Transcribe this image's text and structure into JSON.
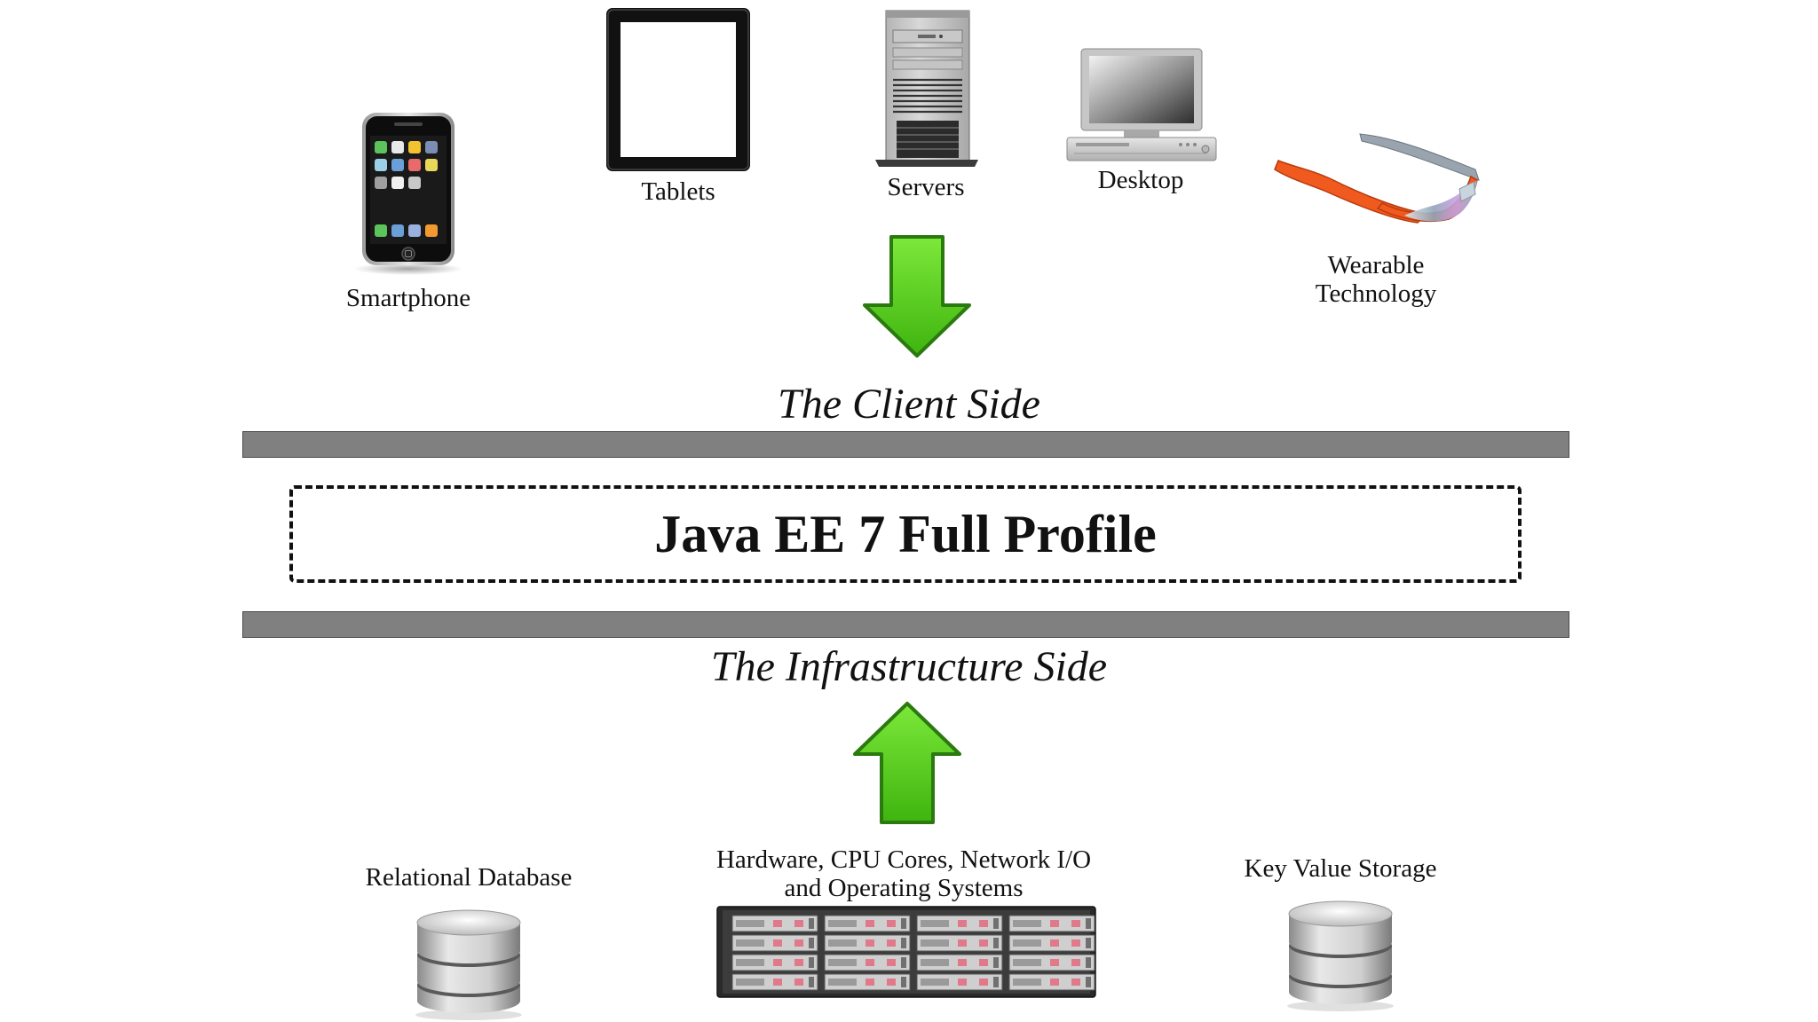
{
  "client_devices": {
    "smartphone": "Smartphone",
    "tablets": "Tablets",
    "servers": "Servers",
    "desktop": "Desktop",
    "wearable_line1": "Wearable",
    "wearable_line2": "Technology"
  },
  "client_side_title": "The Client Side",
  "profile_label": "Java EE 7 Full Profile",
  "infrastructure_side_title": "The Infrastructure Side",
  "infrastructure": {
    "relational_db": "Relational Database",
    "hardware_line1": "Hardware, CPU Cores, Network I/O",
    "hardware_line2": "and Operating Systems",
    "key_value": "Key Value Storage"
  },
  "colors": {
    "arrow_green": "#5ed41c",
    "arrow_outline": "#2a7a10",
    "bar_gray": "#808080",
    "glasses_orange": "#f05a1e"
  },
  "icons": [
    "smartphone-icon",
    "tablet-icon",
    "server-tower-icon",
    "desktop-computer-icon",
    "smart-glasses-icon",
    "database-icon",
    "rack-storage-icon"
  ]
}
